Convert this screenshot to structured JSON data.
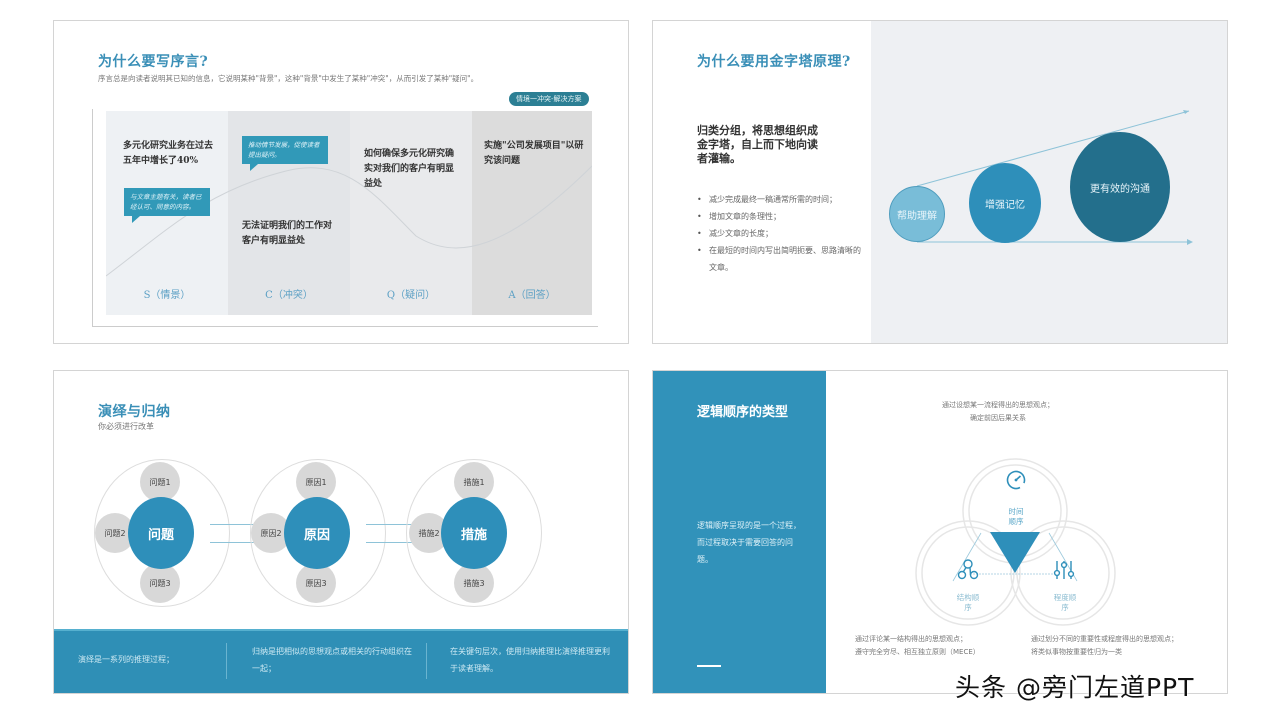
{
  "slides": {
    "preface": {
      "title": "为什么要写序言?",
      "subtitle": "序言总是向读者说明其已知的信息，它说明某种\"背景\"，这种\"背景\"中发生了某种\"冲突\"，从而引发了某种\"疑问\"。",
      "tag": "情境一冲突-解决方案",
      "panels": [
        {
          "text": "多元化研究业务在过去五年中增长了40%",
          "bubble": "与文章主题有关，读者已经认可、同意的内容。",
          "label": "S（情景）"
        },
        {
          "text": "无法证明我们的工作对客户有明显益处",
          "bubble": "推动情节发展，促使读者提出疑问。",
          "label": "C（冲突）"
        },
        {
          "text": "如何确保多元化研究确实对我们的客户有明显益处",
          "label": "Q（疑问）"
        },
        {
          "text": "实施\"公司发展项目\"以研究该问题",
          "label": "A（回答）"
        }
      ]
    },
    "pyramid": {
      "title": "为什么要用金字塔原理?",
      "lead": "归类分组，将思想组织成金字塔，自上而下地向读者灌输。",
      "bullets": [
        "减少完成最终一稿通常所需的时间；",
        "增加文章的条理性；",
        "减少文章的长度；",
        "在最短的时间内写出简明扼要、思路清晰的文章。"
      ],
      "circles": [
        "帮助理解",
        "增强记忆",
        "更有效的沟通"
      ],
      "colors": {
        "small": "#79bdd8",
        "medium": "#2e8fba",
        "large": "#236f8c"
      }
    },
    "deduction": {
      "title": "演绎与归纳",
      "subtitle": "你必须进行改革",
      "groups": [
        {
          "core": "问题",
          "sats": [
            "问题1",
            "问题2",
            "问题3"
          ]
        },
        {
          "core": "原因",
          "sats": [
            "原因1",
            "原因2",
            "原因3"
          ]
        },
        {
          "core": "措施",
          "sats": [
            "措施1",
            "措施2",
            "措施3"
          ]
        }
      ],
      "footer": [
        "演绎是一系列的推理过程；",
        "归纳是把相似的思想观点或相关的行动组织在一起；",
        "在关键句层次，使用归纳推理比演绎推理更利于读者理解。"
      ]
    },
    "logic_order": {
      "title": "逻辑顺序的类型",
      "description": "逻辑顺序呈现的是一个过程，而过程取决于需要回答的问题。",
      "top_caption": [
        "通过设想某一流程得出的思想观点；",
        "确定前因后果关系"
      ],
      "nodes": [
        {
          "label": "时间顺序",
          "icon": "gauge-icon"
        },
        {
          "label": "结构顺序",
          "icon": "structure-icon"
        },
        {
          "label": "程度顺序",
          "icon": "sliders-icon"
        }
      ],
      "left_caption": [
        "通过评论某一结构得出的思想观点；",
        "遵守完全穷尽、相互独立原则（MECE）"
      ],
      "right_caption": [
        "通过划分不同的重要性或程度得出的思想观点；",
        "将类似事物按重要性归为一类"
      ],
      "accent": "#3192ba"
    }
  },
  "watermark": "头条 @旁门左道PPT"
}
